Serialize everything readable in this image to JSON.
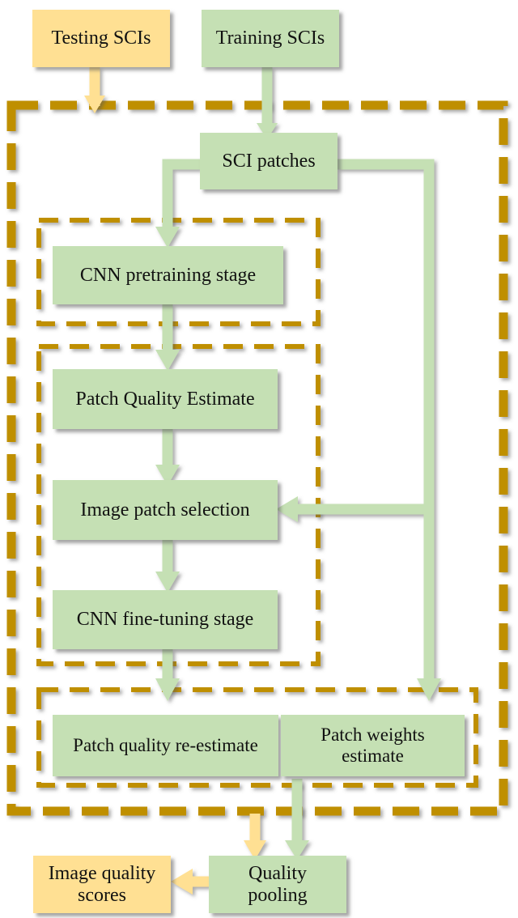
{
  "diagram": {
    "title": "SCI quality assessment CNN pipeline flowchart",
    "colors": {
      "green_fill": "#C5E0B4",
      "yellow_fill": "#FFE093",
      "gold_dash": "#BF8F00",
      "green_arrow": "#C5E0B4",
      "yellow_arrow": "#FFE093",
      "text": "#111111"
    }
  },
  "nodes": {
    "testing_scis": "Testing SCIs",
    "training_scis": "Training SCIs",
    "sci_patches": "SCI patches",
    "cnn_pretraining": "CNN pretraining stage",
    "patch_quality_estimate": "Patch Quality Estimate",
    "image_patch_selection": "Image patch selection",
    "cnn_finetuning": "CNN fine-tuning stage",
    "patch_quality_reestimate": "Patch quality re-estimate",
    "patch_weights_estimate_line1": "Patch weights",
    "patch_weights_estimate_line2": "estimate",
    "quality_pooling_line1": "Quality",
    "quality_pooling_line2": "pooling",
    "image_quality_scores_line1": "Image quality",
    "image_quality_scores_line2": "scores"
  },
  "groups": {
    "outer_dashed": "outer-framework-boundary",
    "dashed_pretraining": "pretraining-group",
    "dashed_finetuning": "finetuning-group",
    "dashed_pooling": "estimation-group"
  },
  "edges": [
    {
      "name": "testing-to-pooling",
      "from": "testing_scis",
      "to": "quality_pooling",
      "color": "#FFE093"
    },
    {
      "name": "training-to-sci-patches",
      "from": "training_scis",
      "to": "sci_patches",
      "color": "#C5E0B4"
    },
    {
      "name": "sci-patches-to-pretraining",
      "from": "sci_patches",
      "to": "cnn_pretraining",
      "color": "#C5E0B4"
    },
    {
      "name": "pretraining-to-patch-quality",
      "from": "cnn_pretraining",
      "to": "patch_quality_estimate",
      "color": "#C5E0B4"
    },
    {
      "name": "patch-quality-to-selection",
      "from": "patch_quality_estimate",
      "to": "image_patch_selection",
      "color": "#C5E0B4"
    },
    {
      "name": "sci-patches-to-selection",
      "from": "sci_patches",
      "to": "image_patch_selection",
      "color": "#C5E0B4"
    },
    {
      "name": "selection-to-finetuning",
      "from": "image_patch_selection",
      "to": "cnn_finetuning",
      "color": "#C5E0B4"
    },
    {
      "name": "finetuning-to-reestimate",
      "from": "cnn_finetuning",
      "to": "patch_quality_reestimate",
      "color": "#C5E0B4"
    },
    {
      "name": "sci-patches-to-weights",
      "from": "sci_patches",
      "to": "patch_weights_estimate",
      "color": "#C5E0B4"
    },
    {
      "name": "weights-to-pooling",
      "from": "patch_weights_estimate",
      "to": "quality_pooling",
      "color": "#C5E0B4"
    },
    {
      "name": "pooling-to-scores",
      "from": "quality_pooling",
      "to": "image_quality_scores",
      "color": "#FFE093"
    }
  ]
}
